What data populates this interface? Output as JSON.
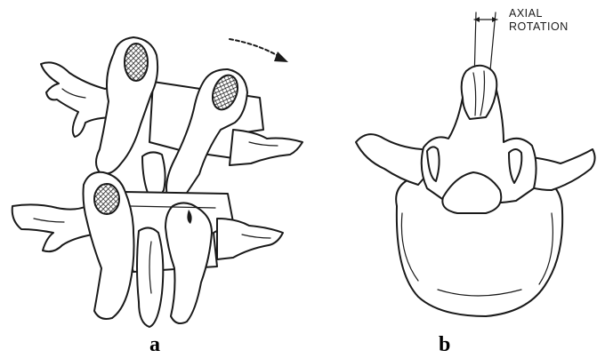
{
  "panels": [
    {
      "label": "a"
    },
    {
      "label": "b"
    }
  ],
  "annotation": {
    "line1": "AXIAL",
    "line2": "ROTATION"
  },
  "colors": {
    "ink": "#1a1a1a",
    "background": "#ffffff",
    "facet_hatch": "#1a1a1a"
  }
}
